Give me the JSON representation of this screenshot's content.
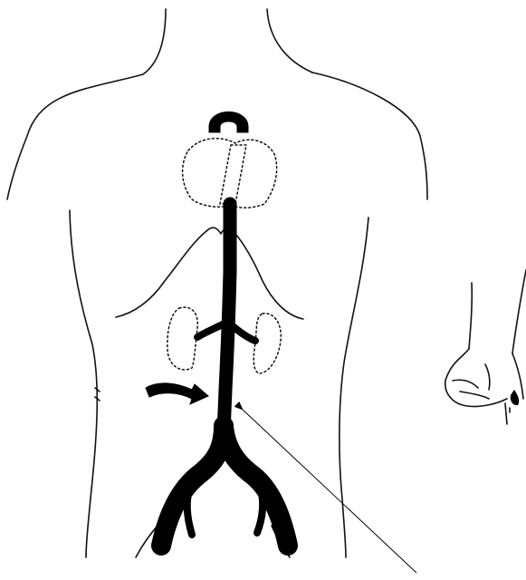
{
  "figure": {
    "elements": [
      "torso-outline",
      "heart",
      "aorta",
      "kidneys",
      "iliac-bifurcation",
      "blood-flow-arrow",
      "right-hand",
      "label-pointer"
    ]
  }
}
